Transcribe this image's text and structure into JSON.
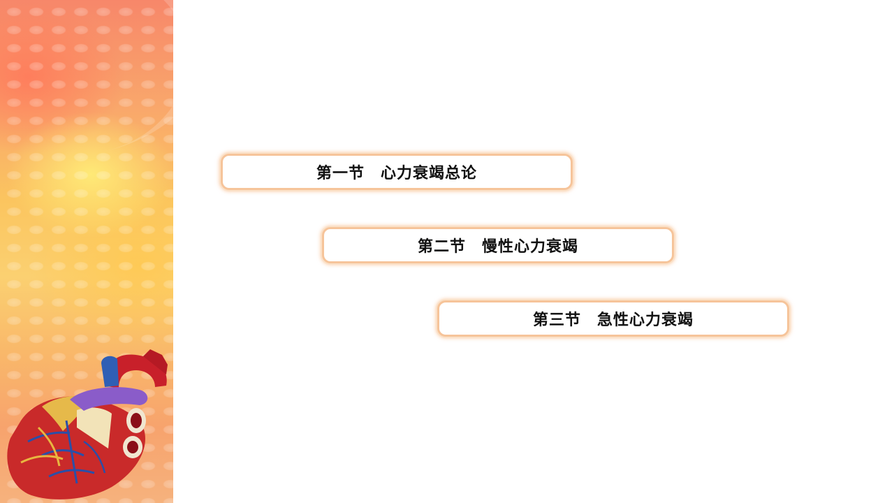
{
  "sections": [
    {
      "label": "第一节　心力衰竭总论"
    },
    {
      "label": "第二节　慢性心力衰竭"
    },
    {
      "label": "第三节　急性心力衰竭"
    }
  ],
  "decor": {
    "panel_icon": "heart-anatomy-illustration",
    "accent_color": "#f6a86b",
    "border_color": "#f6c49a"
  }
}
